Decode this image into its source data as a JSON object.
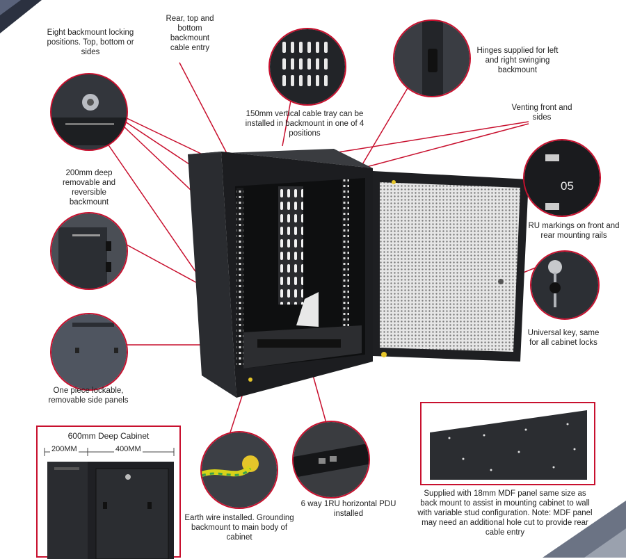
{
  "colors": {
    "accent": "#c8102e",
    "cabinet": "#1e1f22",
    "mesh": "#d9d9d9"
  },
  "labels": {
    "eight_backmount": "Eight backmount locking positions. Top, bottom or sides",
    "rear_top_bottom": "Rear, top and bottom backmount cable entry",
    "hinges": "Hinges supplied for left and right swinging backmount",
    "cable_tray": "150mm vertical cable tray can be installed in backmount in one of 4 positions",
    "venting": "Venting front and sides",
    "backmount_200": "200mm deep removable and reversible backmount",
    "ru_markings": "RU markings on front and rear mounting rails",
    "universal_key": "Universal key, same for all cabinet locks",
    "side_panels": "One piece lockable, removable side panels",
    "earth_wire": "Earth wire installed. Grounding backmount to main body of cabinet",
    "pdu": "6 way 1RU horizontal PDU installed",
    "mdf": "Supplied with 18mm MDF panel same size as back mount to assist in mounting cabinet to wall with variable stud configuration. Note: MDF panel may need an additional hole cut to provide rear cable entry"
  },
  "deep_cabinet": {
    "title": "600mm Deep Cabinet",
    "dim_left": "200MM",
    "dim_right": "400MM"
  },
  "ru_number": "05"
}
